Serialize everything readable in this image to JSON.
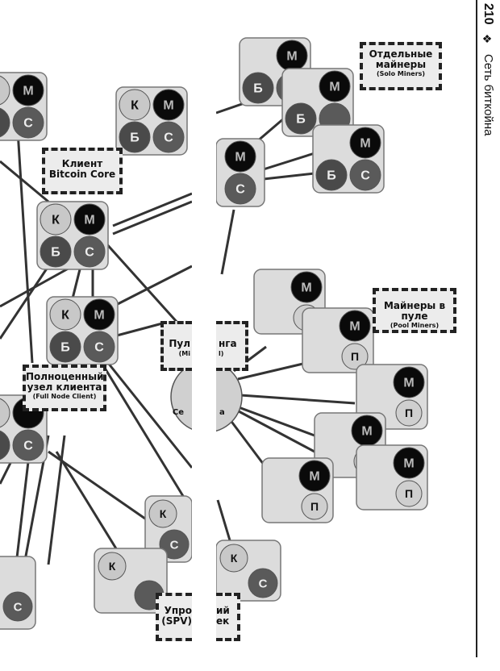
{
  "header": {
    "page_number": "210",
    "separator": "❖",
    "chapter_title": "Сеть биткойна"
  },
  "labels": {
    "bitcoin_core": {
      "line1": "Клиент",
      "line2": "Bitcoin Core"
    },
    "full_node": {
      "line1": "Полноценный",
      "line2": "узел клиента",
      "sub": "(Full Node Client)"
    },
    "solo_miners": {
      "line1": "Отдельные",
      "line2": "майнеры",
      "sub": "(Solo Miners)"
    },
    "pool_miners": {
      "line1": "Майнеры в пуле",
      "sub": "(Pool Miners)"
    },
    "mining_pool": {
      "left": "Пул",
      "right": "нга",
      "sub_left": "(Mi",
      "sub_right": "l)"
    },
    "spv": {
      "left1": "Упро",
      "right1": "ий",
      "left2": "(SPV)",
      "right2": "ек"
    },
    "server_left": "Се",
    "server_right": "а"
  },
  "node_glyphs": {
    "wallet": "К",
    "miner": "М",
    "blockchain": "Б",
    "network": "С",
    "pool_protocol": "П"
  },
  "colors": {
    "box_bg": "#dcdcdc",
    "box_border": "#777777",
    "wallet": "#c8c8c8",
    "miner": "#0a0a0a",
    "blockchain": "#4a4a4a",
    "network": "#5a5a5a",
    "pool_protocol": "#cfcfcf",
    "line": "#333333",
    "server": "#d0d0d0"
  }
}
